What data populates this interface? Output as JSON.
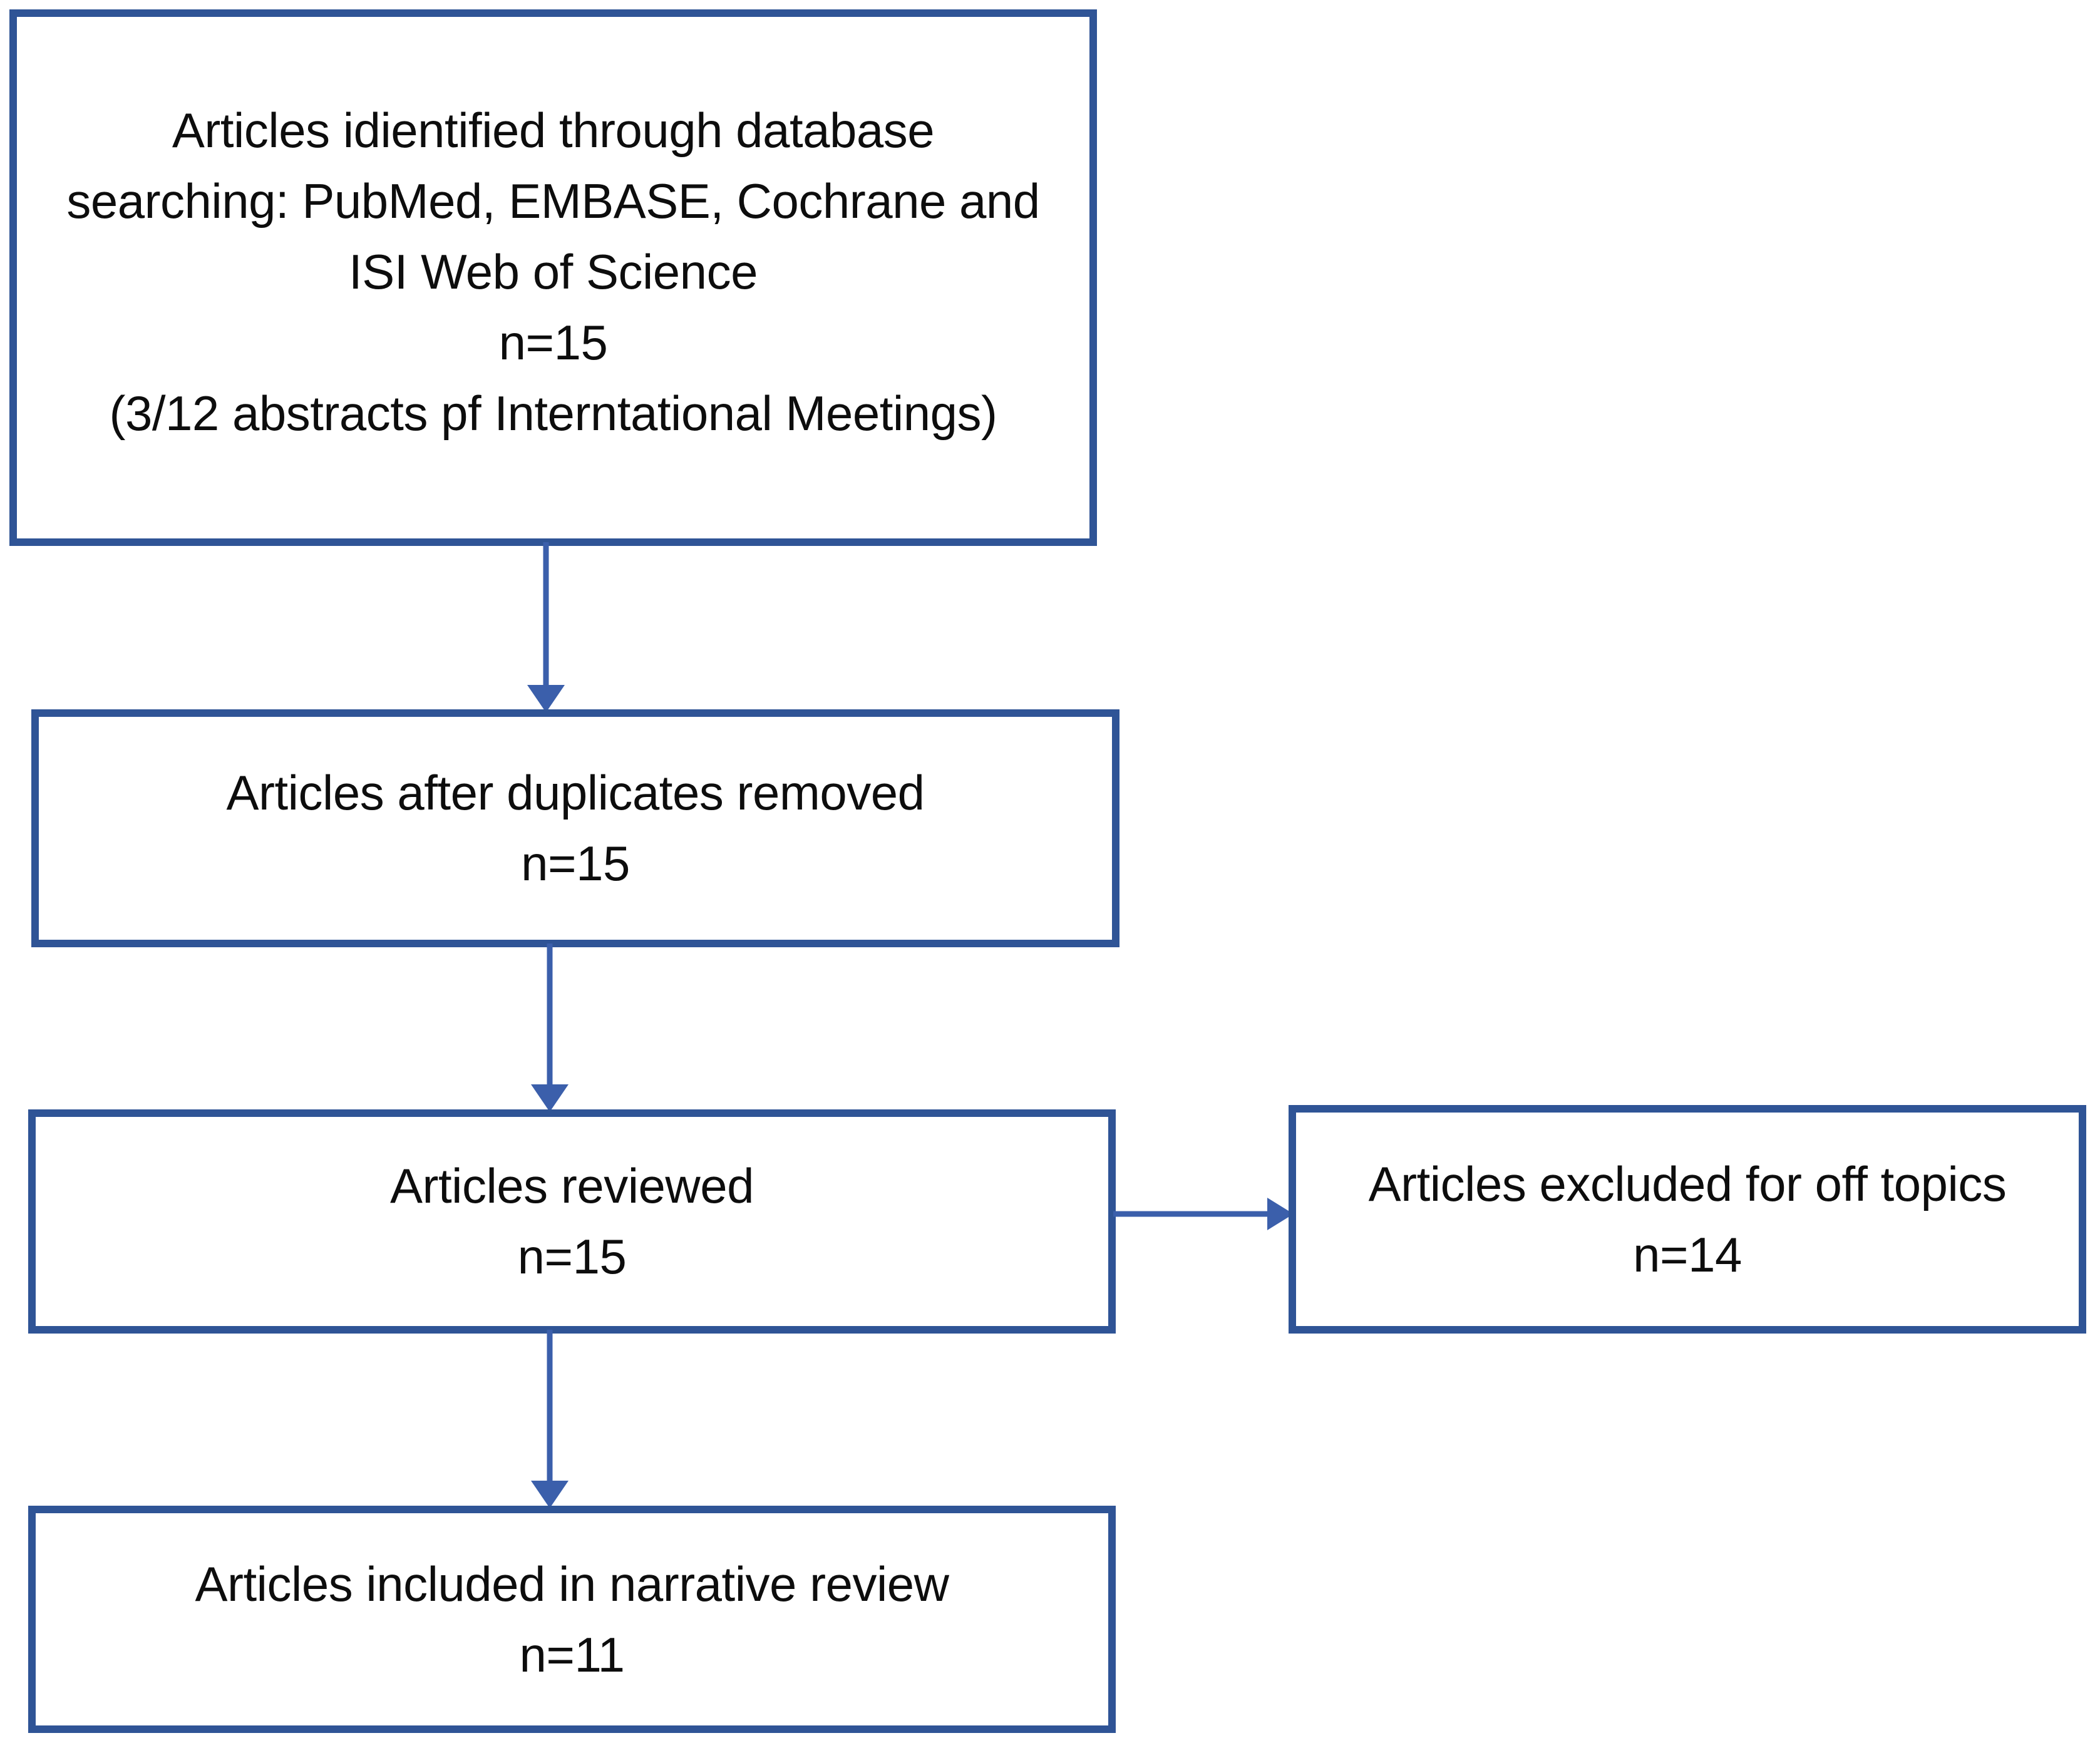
{
  "diagram": {
    "title": "PRISMA article selection flow diagram",
    "colors": {
      "box_border": "#2F5496",
      "arrow": "#3B5FAB",
      "text": "#0D0D0D",
      "background": "#FFFFFF"
    },
    "boxes": [
      {
        "id": "identification",
        "name": "articles-identified-box",
        "lines": [
          "Articles idientified through database",
          "searching: PubMed, EMBASE, Cochrane and",
          "ISI Web of Science",
          "n=15",
          "(3/12 abstracts pf Interntational Meetings)"
        ],
        "count": 15
      },
      {
        "id": "duplicates",
        "name": "articles-after-duplicates-box",
        "lines": [
          "Articles after duplicates removed",
          "n=15"
        ],
        "count": 15
      },
      {
        "id": "reviewed",
        "name": "articles-reviewed-box",
        "lines": [
          "Articles reviewed",
          "n=15"
        ],
        "count": 15
      },
      {
        "id": "excluded",
        "name": "articles-excluded-box",
        "lines": [
          "Articles excluded for off topics",
          "n=14"
        ],
        "count": 14
      },
      {
        "id": "included",
        "name": "articles-included-box",
        "lines": [
          "Articles included in narrative review",
          "n=11"
        ],
        "count": 11
      }
    ],
    "connectors": [
      {
        "id": "ident-to-dup",
        "from": "identification",
        "to": "duplicates",
        "direction": "down"
      },
      {
        "id": "dup-to-review",
        "from": "duplicates",
        "to": "reviewed",
        "direction": "down"
      },
      {
        "id": "review-to-excl",
        "from": "reviewed",
        "to": "excluded",
        "direction": "right"
      },
      {
        "id": "review-to-incl",
        "from": "reviewed",
        "to": "included",
        "direction": "down"
      }
    ]
  }
}
